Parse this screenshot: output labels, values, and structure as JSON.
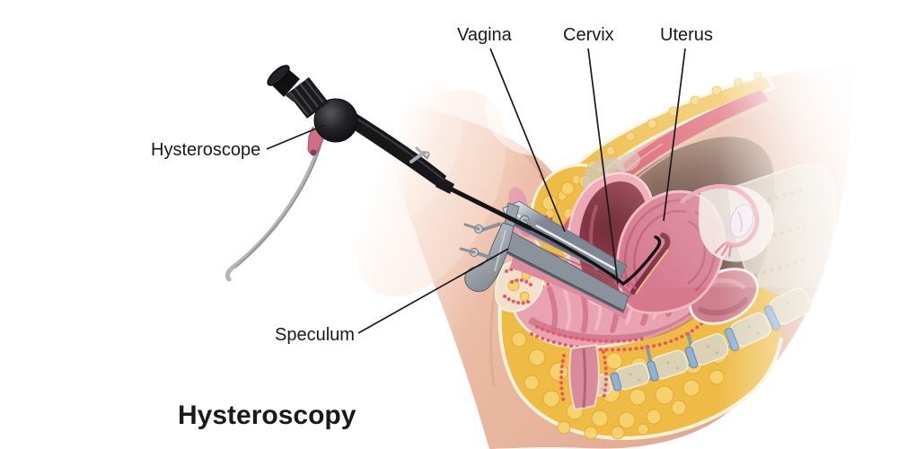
{
  "figure": {
    "title": "Hysteroscopy",
    "labels": {
      "vagina": "Vagina",
      "cervix": "Cervix",
      "uterus": "Uterus",
      "hysteroscope": "Hysteroscope",
      "speculum": "Speculum"
    },
    "colors": {
      "background": "#ffffff",
      "text": "#1a1a1a",
      "leader_line": "#1a1a1a",
      "skin": "#eab69f",
      "skin_highlight": "#f6d6c4",
      "fat": "#eebc45",
      "fat_lobule": "#f6d470",
      "fat_outline": "#fbf3d9",
      "muscle": "#db5f6c",
      "uterus": "#d6798f",
      "uterus_cavity": "#7c3145",
      "bladder_wall": "#eda6b3",
      "bladder_interior": "#8e3a48",
      "rectum": "#e8a2b2",
      "stipple_red": "#ee5560",
      "bone": "#dbd2b6",
      "vessel_blue": "#7a9cc0",
      "instrument_black": "#17171a",
      "metal": "#aab2ba"
    }
  }
}
